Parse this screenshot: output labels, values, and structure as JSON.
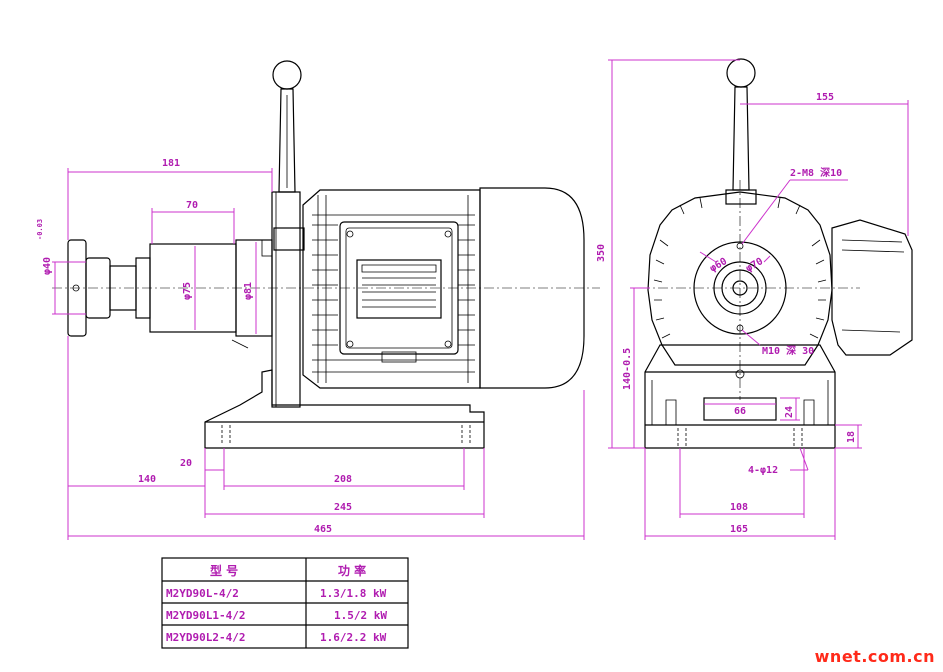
{
  "dimensions": {
    "front": {
      "d181": "181",
      "d70": "70",
      "d40": "φ40",
      "d40_tol": "-0.03",
      "d75": "φ75",
      "d81": "φ81",
      "d140": "140",
      "d20": "20",
      "d208": "208",
      "d245": "245",
      "d465": "465"
    },
    "side": {
      "d155": "155",
      "d350": "350",
      "holes_top": "2-M8 深10",
      "d60": "φ60",
      "d70": "φ70",
      "holes_bottom": "M10 深 30",
      "d140h": "140-0.5",
      "d66": "66",
      "d24": "24",
      "d18": "18",
      "feet_holes": "4-φ12",
      "d108": "108",
      "d165": "165"
    }
  },
  "table": {
    "headers": [
      "型 号",
      "功 率"
    ],
    "rows": [
      {
        "model": "M2YD90L-4/2",
        "power": "1.3/1.8 kW"
      },
      {
        "model": "M2YD90L1-4/2",
        "power": "1.5/2 kW"
      },
      {
        "model": "M2YD90L2-4/2",
        "power": "1.6/2.2 kW"
      }
    ]
  },
  "watermark": "wnet.com.cn",
  "colors": {
    "dimension": "#cc33cc",
    "dimension_text": "#b01cb0",
    "watermark": "#ff2a1a",
    "line": "#000000"
  }
}
